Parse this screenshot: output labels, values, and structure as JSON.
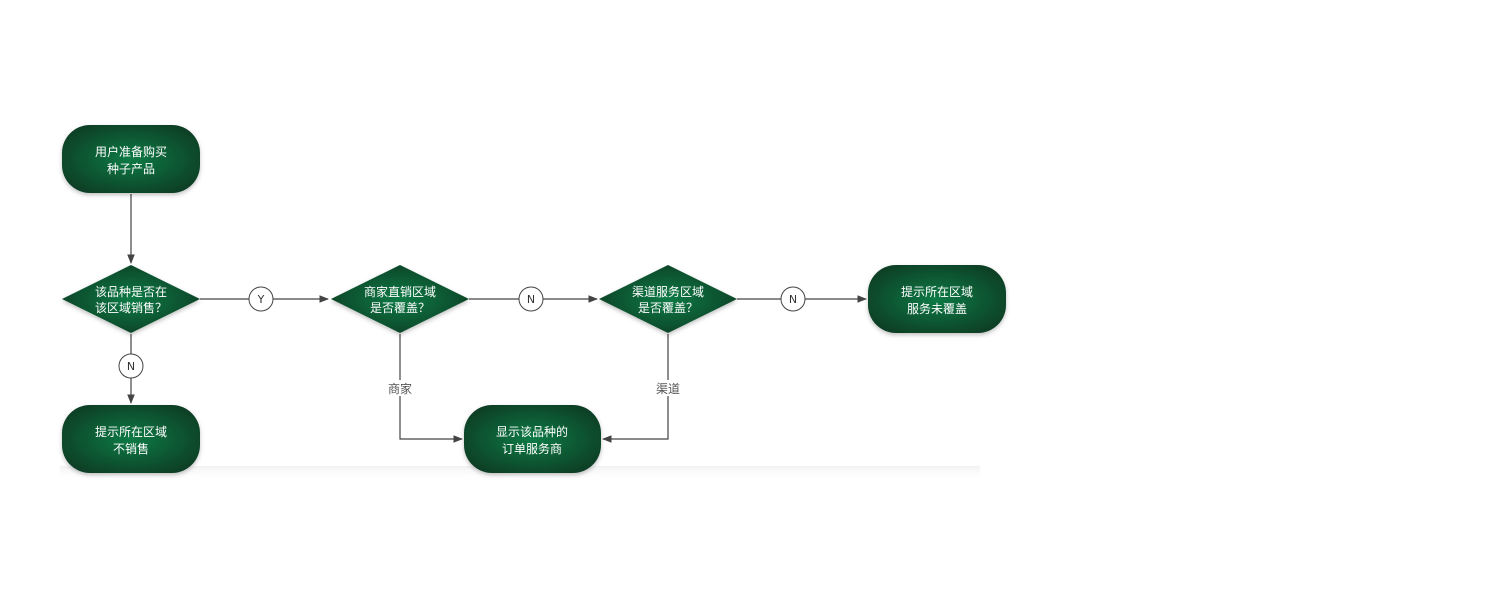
{
  "nodes": {
    "start": {
      "lines": [
        "用户准备购买",
        "种子产品"
      ]
    },
    "q_region": {
      "lines": [
        "该品种是否在",
        "该区域销售？"
      ]
    },
    "q_merchant": {
      "lines": [
        "商家直销区域",
        "是否覆盖？"
      ]
    },
    "q_channel": {
      "lines": [
        "渠道服务区域",
        "是否覆盖？"
      ]
    },
    "end_uncovered": {
      "lines": [
        "提示所在区域",
        "服务未覆盖"
      ]
    },
    "end_not_sold": {
      "lines": [
        "提示所在区域",
        "不销售"
      ]
    },
    "end_show": {
      "lines": [
        "显示该品种的",
        "订单服务商"
      ]
    }
  },
  "connectors": {
    "y1": "Y",
    "n1": "N",
    "n2": "N",
    "n3": "N"
  },
  "edge_labels": {
    "merchant": "商家",
    "channel": "渠道"
  },
  "colors": {
    "node_dark": "#0d3d24",
    "node_light": "#0a7a45"
  }
}
